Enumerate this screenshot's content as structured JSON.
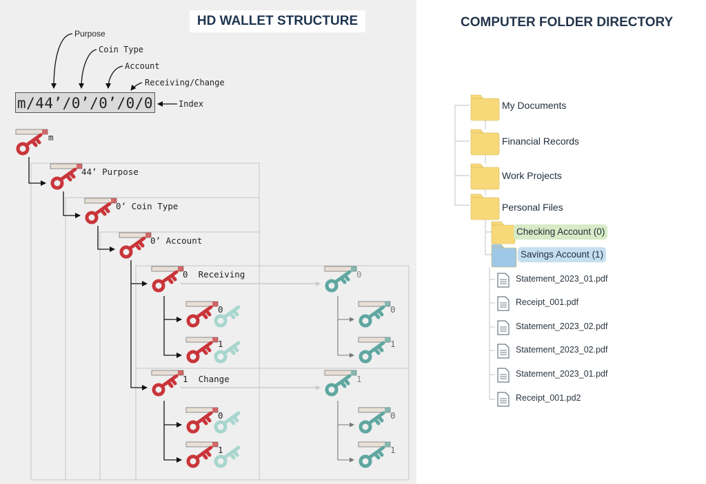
{
  "hd": {
    "title": "HD WALLET STRUCTURE",
    "path": "m/44’/0’/0’/0/0",
    "annotations": {
      "purpose": "Purpose",
      "coin_type": "Coin Type",
      "account": "Account",
      "receiving_change": "Receiving/Change",
      "index": "Index"
    },
    "tree": {
      "master": "m",
      "purpose": "44’ Purpose",
      "coin_type": "0’ Coin Type",
      "account": "0’ Account",
      "receiving": "0  Receiving",
      "change": "1  Change",
      "idx0": "0",
      "idx1": "1"
    },
    "colors": {
      "private_key": "#c9353a",
      "public_key": "#5fa7a1",
      "public_key_faint": "#a8d6cf"
    }
  },
  "fs": {
    "title": "COMPUTER FOLDER DIRECTORY",
    "folders": [
      "My Documents",
      "Financial Records",
      "Work Projects",
      "Personal Files"
    ],
    "subfolders": [
      {
        "label": "Checking Account (0)",
        "color": "#d7ebc6"
      },
      {
        "label": "Savings Account (1)",
        "color": "#c5dff0"
      }
    ],
    "files": [
      "Statement_2023_01.pdf",
      "Receipt_001.pdf",
      "Statement_2023_02.pdf",
      "Statement_2023_02.pdf",
      "Statement_2023_01.pdf",
      "Receipt_001.pd2"
    ],
    "colors": {
      "folder": "#f7d97a",
      "folder_blue": "#9ec8e6"
    }
  }
}
